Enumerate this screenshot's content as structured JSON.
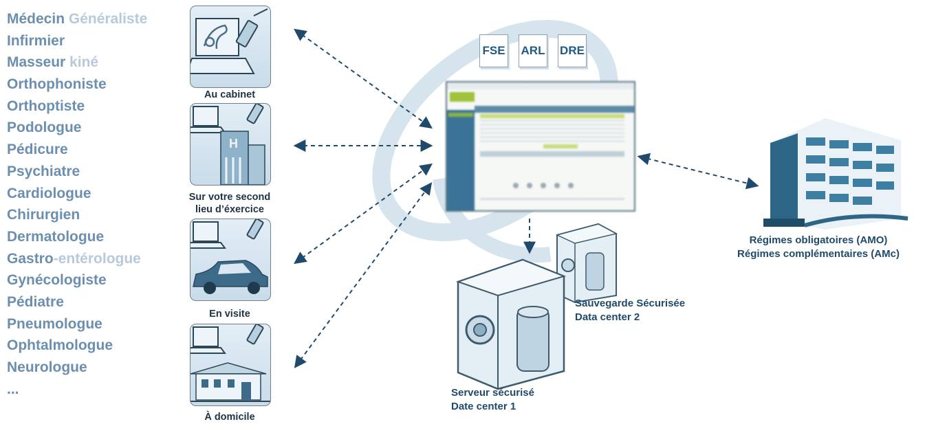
{
  "professions": [
    {
      "strong": "Médecin",
      "fade": " Généraliste"
    },
    {
      "strong": "Infirmier",
      "fade": ""
    },
    {
      "strong": "Masseur",
      "fade": " kiné"
    },
    {
      "strong": "Orthophoniste",
      "fade": ""
    },
    {
      "strong": "Orthoptiste",
      "fade": ""
    },
    {
      "strong": "Podologue",
      "fade": ""
    },
    {
      "strong": "Pédicure",
      "fade": ""
    },
    {
      "strong": "Psychiatre",
      "fade": ""
    },
    {
      "strong": "Cardiologue",
      "fade": ""
    },
    {
      "strong": "Chirurgien",
      "fade": ""
    },
    {
      "strong": "Dermatologue",
      "fade": ""
    },
    {
      "strong": "Gastro",
      "fade": "-entérologue"
    },
    {
      "strong": "Gynécologiste",
      "fade": ""
    },
    {
      "strong": "Pédiatre",
      "fade": ""
    },
    {
      "strong": "Pneumologue",
      "fade": ""
    },
    {
      "strong": "Ophtalmologue",
      "fade": ""
    },
    {
      "strong": "Neurologue",
      "fade": ""
    },
    {
      "strong": "...",
      "fade": ""
    }
  ],
  "locations": {
    "cabinet": "Au cabinet",
    "second_line1": "Sur votre second",
    "second_line2": "lieu d’éxercice",
    "visite": "En visite",
    "domicile": "À domicile"
  },
  "documents": [
    "FSE",
    "ARL",
    "DRE"
  ],
  "servers": {
    "backup_line1": "Sauvegarde Sécurisée",
    "backup_line2": "Data center 2",
    "main_line1": "Serveur sécurisé",
    "main_line2": "Date center 1"
  },
  "regimes": {
    "line1": "Régimes obligatoires (AMO)",
    "line2": "Régimes complémentaires (AMc)"
  },
  "colors": {
    "accent": "#1f5b83",
    "arrow": "#1f4a6b",
    "profession_strong": "#6c8fb0",
    "profession_fade": "#b7c9db",
    "watermark": "#c9dbe8"
  }
}
